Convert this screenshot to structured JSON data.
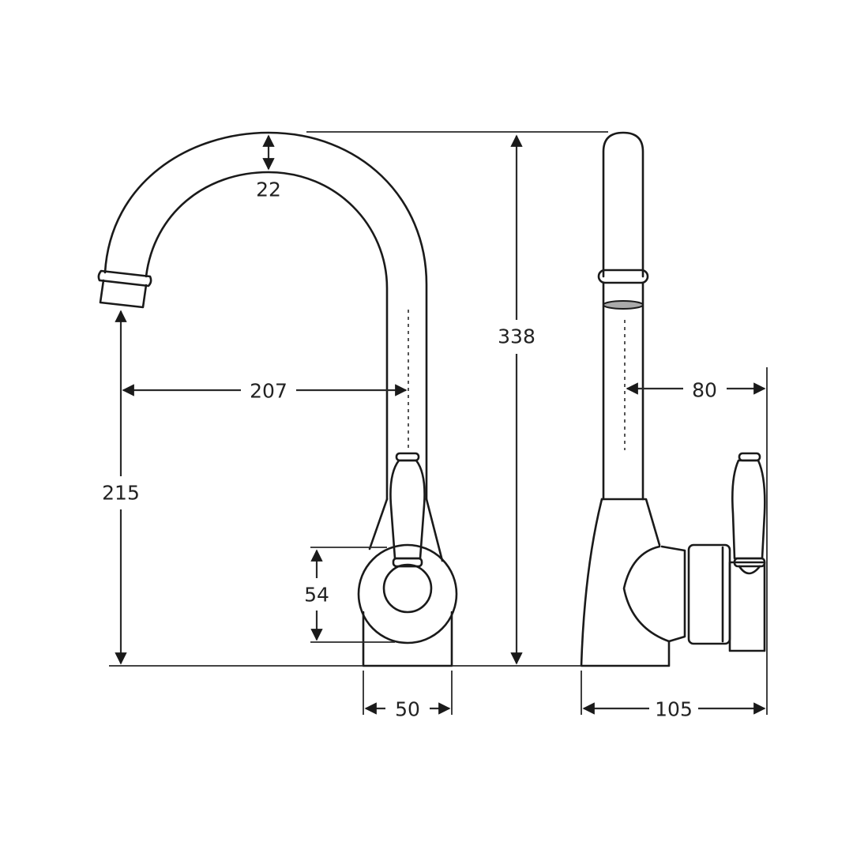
{
  "drawing": {
    "subject": "Gooseneck kitchen mixer tap — front and side elevation",
    "units": "mm",
    "line_color": "#1a1a1a",
    "background": "#ffffff"
  },
  "dimensions": {
    "spout_tube_diameter": "22",
    "overall_height": "338",
    "outlet_height": "215",
    "spout_reach": "207",
    "body_diameter": "54",
    "base_width": "50",
    "handle_offset": "80",
    "overall_depth": "105"
  }
}
